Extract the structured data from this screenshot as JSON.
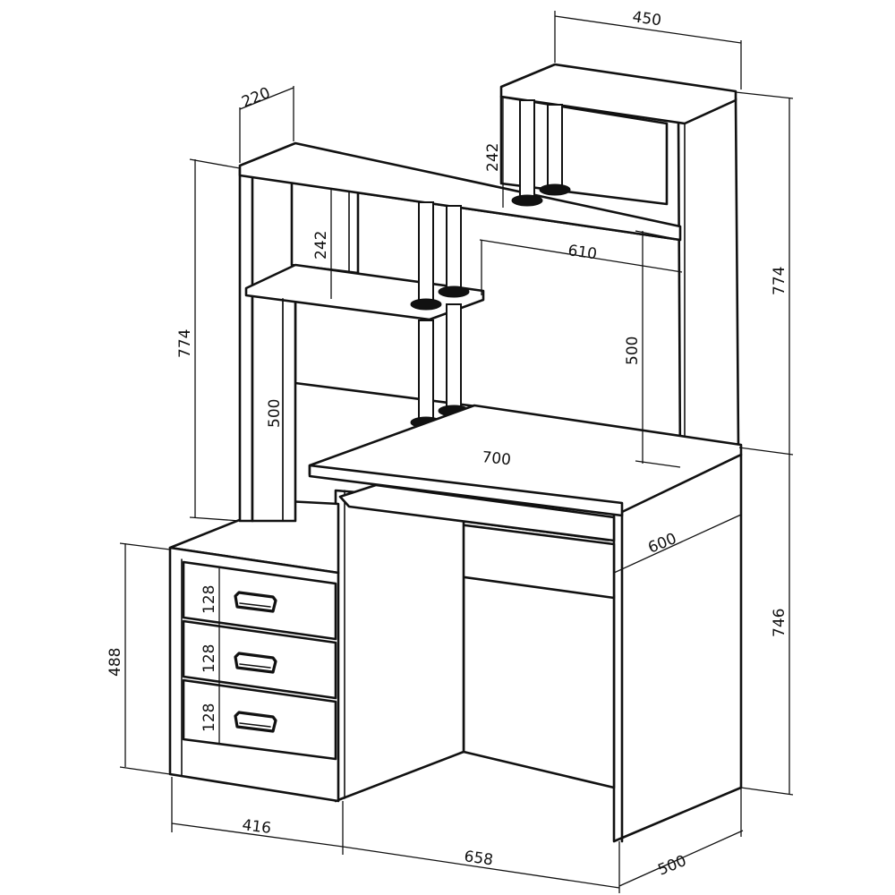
{
  "dimensions": {
    "top_shelf_width": "450",
    "shelf_depth": "220",
    "right_top_height": "242",
    "left_shelf_height": "242",
    "monitor_bay_width": "610",
    "monitor_bay_height": "500",
    "left_bay_height": "500",
    "left_hutch_height": "774",
    "right_hutch_height": "774",
    "desktop_width": "700",
    "desk_depth": "600",
    "desk_height": "746",
    "pedestal_height": "488",
    "drawer_1_height": "128",
    "drawer_2_height": "128",
    "drawer_3_height": "128",
    "pedestal_width": "416",
    "body_width": "658",
    "body_depth": "500"
  }
}
